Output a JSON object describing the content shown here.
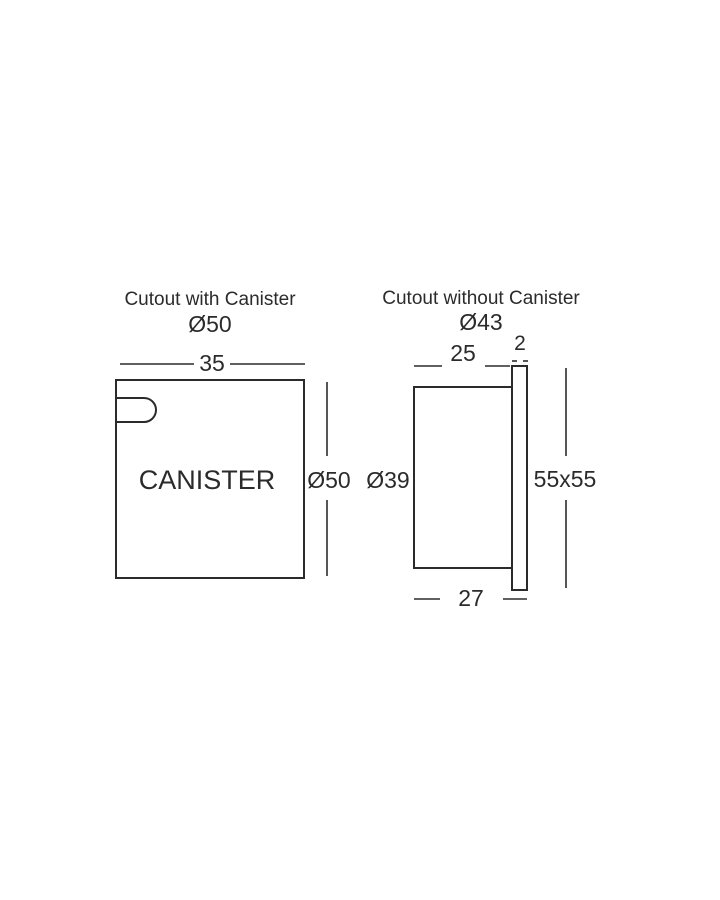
{
  "left_view": {
    "title": "Cutout with Canister",
    "cutout": "Ø50",
    "width_dim": "35",
    "canister_label": "CANISTER",
    "height_dim": "Ø50"
  },
  "right_view": {
    "title": "Cutout without Canister",
    "cutout": "Ø43",
    "body_depth_dim": "25",
    "plate_thickness_dim": "2",
    "body_diameter_dim": "Ø39",
    "plate_size_dim": "55x55",
    "total_depth_dim": "27"
  },
  "colors": {
    "line": "#2b2b2b",
    "background": "#ffffff"
  }
}
